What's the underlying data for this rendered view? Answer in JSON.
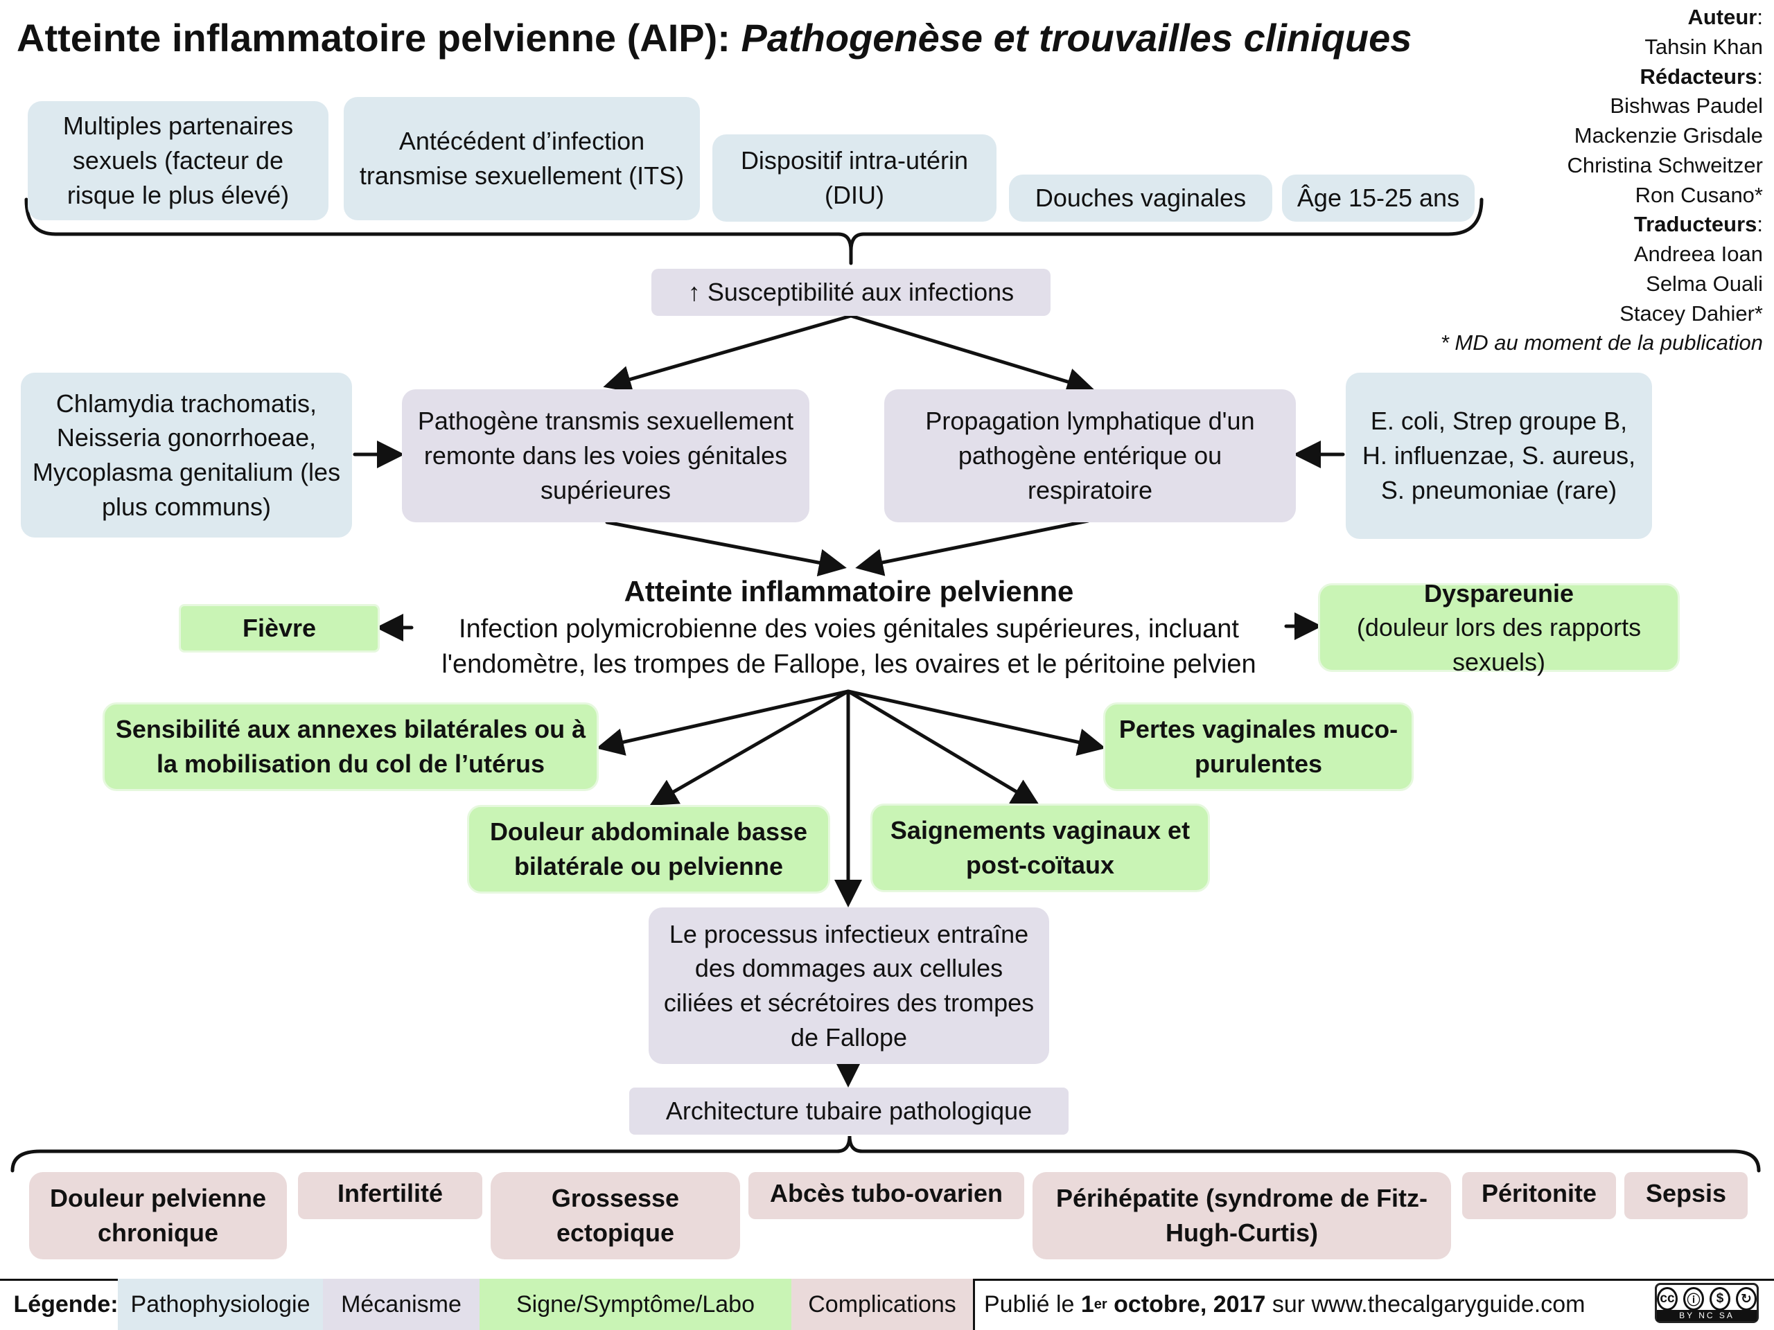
{
  "title": {
    "main": "Atteinte inflammatoire pelvienne (AIP):",
    "sub": "Pathogenèse et trouvailles cliniques"
  },
  "credits": {
    "author_label": "Auteur",
    "author": "Tahsin Khan",
    "editors_label": "Rédacteurs",
    "editors": [
      "Bishwas Paudel",
      "Mackenzie Grisdale",
      "Christina Schweitzer",
      "Ron Cusano*"
    ],
    "translators_label": "Traducteurs",
    "translators": [
      "Andreea Ioan",
      "Selma Ouali",
      "Stacey Dahier*"
    ],
    "note": "* MD au moment de la publication"
  },
  "risk_factors": [
    "Multiples partenaires sexuels (facteur de risque le plus élevé)",
    "Antécédent d’infection transmise sexuellement (ITS)",
    "Dispositif intra-utérin (DIU)",
    "Douches vaginales",
    "Âge 15-25 ans"
  ],
  "susceptibility": "↑ Susceptibilité aux infections",
  "pathogens_common": "Chlamydia trachomatis, Neisseria gonorrhoeae, Mycoplasma genitalium (les plus communs)",
  "mechanism_ascending": "Pathogène transmis sexuellement remonte dans les voies génitales supérieures",
  "mechanism_lymphatic": "Propagation lymphatique d'un pathogène entérique ou respiratoire",
  "pathogens_rare": "E. coli, Strep groupe B, H. influenzae, S. aureus, S. pneumoniae (rare)",
  "central": {
    "heading": "Atteinte inflammatoire pelvienne",
    "description": "Infection polymicrobienne des voies génitales supérieures, incluant l'endomètre, les trompes de Fallope, les ovaires et le péritoine pelvien"
  },
  "signs": {
    "fever": "Fièvre",
    "dyspareunia_title": "Dyspareunie",
    "dyspareunia_desc": "(douleur lors des rapports sexuels)",
    "adnexal": "Sensibilité aux annexes bilatérales ou à la mobilisation du col de l’utérus",
    "discharge": "Pertes vaginales muco-purulentes",
    "abdominal_pain": "Douleur abdominale basse bilatérale ou pelvienne",
    "bleeding": "Saignements vaginaux et post-coïtaux"
  },
  "tubal_damage": "Le processus infectieux entraîne des dommages aux cellules ciliées et sécrétoires des trompes de Fallope",
  "tubal_architecture": "Architecture tubaire pathologique",
  "complications": [
    "Douleur pelvienne chronique",
    "Infertilité",
    "Grossesse ectopique",
    "Abcès tubo-ovarien",
    "Périhépatite (syndrome de Fitz-Hugh-Curtis)",
    "Péritonite",
    "Sepsis"
  ],
  "legend": {
    "label": "Légende:",
    "items": [
      {
        "text": "Pathophysiologie",
        "color": "#dde9ef"
      },
      {
        "text": "Mécanisme",
        "color": "#e2dfea"
      },
      {
        "text": "Signe/Symptôme/Labo",
        "color": "#c9f4b5"
      },
      {
        "text": "Complications",
        "color": "#eadada"
      }
    ]
  },
  "footer": {
    "published_prefix": "Publié le",
    "day": "1",
    "day_sup": "er",
    "date_rest": "octobre, 2017",
    "site_text": "sur www.thecalgaryguide.com"
  },
  "license": {
    "icons": [
      "cc",
      "by",
      "nc",
      "sa"
    ],
    "tag": "BY NC SA"
  }
}
